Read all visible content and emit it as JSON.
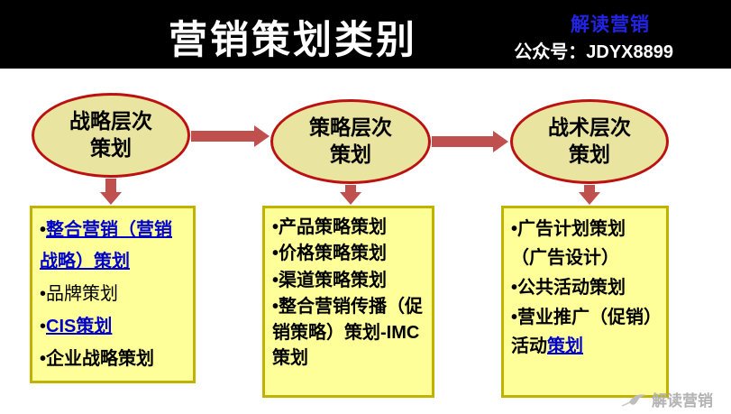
{
  "header": {
    "title": "营销策划类别",
    "brand": "解读营销",
    "account": "公众号：JDYX8899"
  },
  "columns": [
    {
      "ellipse_line1": "战略层次",
      "ellipse_line2": "策划",
      "items": [
        {
          "segments": [
            {
              "text": "•",
              "style": "bold"
            },
            {
              "text": "整合营销（营销战略）策划",
              "style": "link"
            }
          ]
        },
        {
          "segments": [
            {
              "text": "•品牌策划",
              "style": "plain"
            }
          ]
        },
        {
          "segments": [
            {
              "text": "•",
              "style": "plain"
            },
            {
              "text": "CIS策划",
              "style": "link"
            }
          ]
        },
        {
          "segments": [
            {
              "text": "•企业战略策划",
              "style": "bold"
            }
          ]
        }
      ]
    },
    {
      "ellipse_line1": "策略层次",
      "ellipse_line2": "策划",
      "items": [
        {
          "segments": [
            {
              "text": "•产品策略策划",
              "style": "bold"
            }
          ]
        },
        {
          "segments": [
            {
              "text": "•价格策略策划",
              "style": "bold"
            }
          ]
        },
        {
          "segments": [
            {
              "text": "•渠道策略策划",
              "style": "bold"
            }
          ]
        },
        {
          "segments": [
            {
              "text": "•整合营销传播（促销策略）策划-IMC策划",
              "style": "bold"
            }
          ]
        }
      ]
    },
    {
      "ellipse_line1": "战术层次",
      "ellipse_line2": "策划",
      "items": [
        {
          "segments": [
            {
              "text": "•广告计划策划（广告设计）",
              "style": "bold"
            }
          ]
        },
        {
          "segments": [
            {
              "text": "•公共活动策划",
              "style": "bold"
            }
          ]
        },
        {
          "segments": [
            {
              "text": "•营业推广（促销）活动",
              "style": "bold"
            },
            {
              "text": "策划",
              "style": "link"
            }
          ]
        }
      ]
    }
  ],
  "watermark": {
    "text": "解读营销"
  },
  "colors": {
    "header_bg": "#000000",
    "title_color": "#ffffff",
    "brand_blue": "#2323e6",
    "ellipse_fill": "#e9e4a0",
    "ellipse_border": "#bb1111",
    "box_fill": "#ffff99",
    "box_border": "#c2b200",
    "arrow": "#c0504d",
    "link_color": "#0000cc",
    "watermark_gray": "#b3b3b3"
  }
}
